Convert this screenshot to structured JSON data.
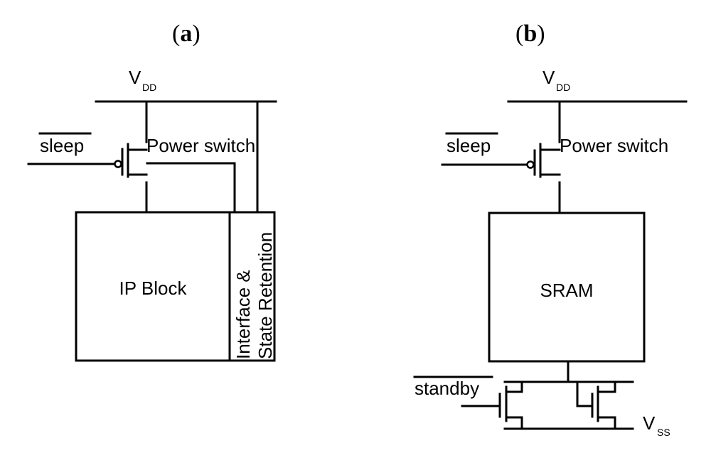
{
  "panel_a": {
    "label": "a",
    "vdd": {
      "main": "V",
      "sub": "DD"
    },
    "sleep": "sleep",
    "switch": "Power switch",
    "block": "IP Block",
    "retention_line1": "Interface &",
    "retention_line2": "State Retention"
  },
  "panel_b": {
    "label": "b",
    "vdd": {
      "main": "V",
      "sub": "DD"
    },
    "sleep": "sleep",
    "switch": "Power switch",
    "block": "SRAM",
    "standby": "standby",
    "vss": {
      "main": "V",
      "sub": "SS"
    }
  }
}
